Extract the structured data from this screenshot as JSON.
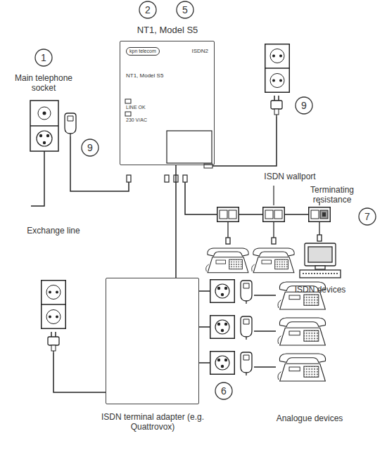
{
  "diagram": {
    "nodes": [
      {
        "text": [
          "NT1, Model S5",
          "kpn telecom",
          "ISDN2",
          "NT1, Model S5",
          "LINE OK",
          "230 V/AC"
        ]
      },
      {
        "text": [
          "ISDN terminal adapter (e.g. Quattrovox)"
        ]
      }
    ],
    "edges": [
      {
        "from": 0,
        "to": 1,
        "arrow": "none"
      }
    ],
    "labels": [
      "2",
      "5",
      "1",
      "Main telephone socket",
      "9",
      "Exchange line",
      "9",
      "ISDN wallport",
      "Terminating resistance",
      "7",
      "ISDN devices",
      "6",
      "Analogue devices"
    ]
  }
}
